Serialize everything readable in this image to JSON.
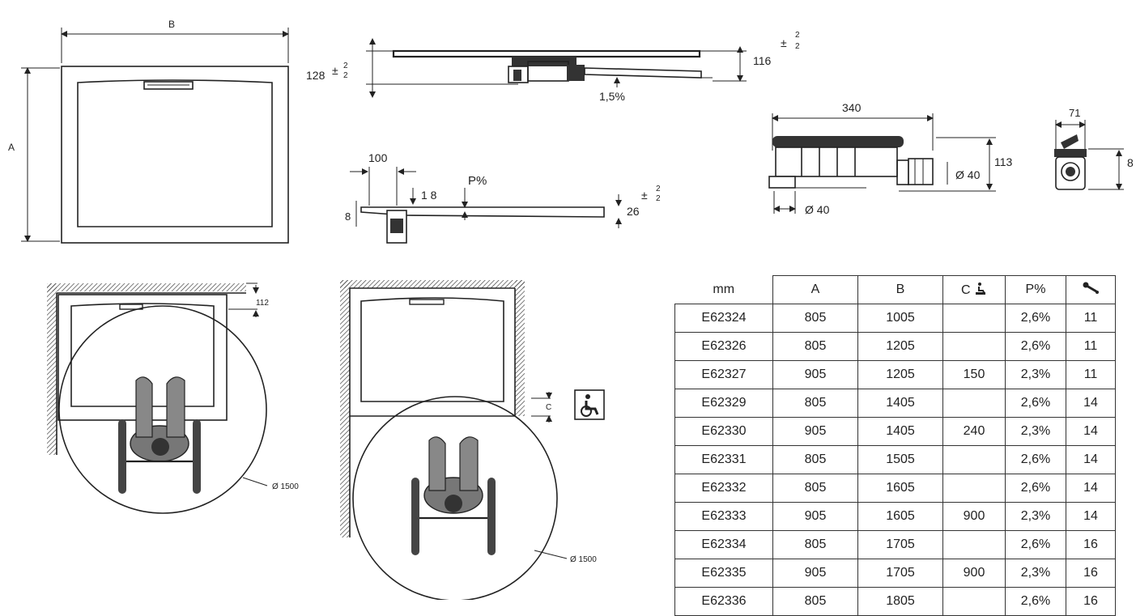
{
  "drawing_labels": {
    "top_view_b": "B",
    "top_view_a": "A",
    "side_height_left": "128",
    "side_height_right": "116",
    "tol_plus": "2",
    "tol_minus": "2",
    "pm": "±",
    "slope": "1,5%",
    "detail_100": "100",
    "detail_18": "1 8",
    "detail_p": "P%",
    "detail_8": "8",
    "detail_26": "26",
    "trap_340": "340",
    "trap_113": "113",
    "trap_d40_right": "Ø 40",
    "trap_d40_bottom": "Ø 40",
    "cap_71": "71",
    "cap_8": "8",
    "plan_112": "112",
    "plan_d1500_left": "Ø 1500",
    "plan_d1500_right": "Ø 1500",
    "plan_c": "C"
  },
  "table": {
    "headers": [
      "mm",
      "A",
      "B",
      "C",
      "P%",
      ""
    ],
    "rows": [
      [
        "E62324",
        "805",
        "1005",
        "",
        "2,6%",
        "11"
      ],
      [
        "E62326",
        "805",
        "1205",
        "",
        "2,6%",
        "11"
      ],
      [
        "E62327",
        "905",
        "1205",
        "150",
        "2,3%",
        "11"
      ],
      [
        "E62329",
        "805",
        "1405",
        "",
        "2,6%",
        "14"
      ],
      [
        "E62330",
        "905",
        "1405",
        "240",
        "2,3%",
        "14"
      ],
      [
        "E62331",
        "805",
        "1505",
        "",
        "2,6%",
        "14"
      ],
      [
        "E62332",
        "805",
        "1605",
        "",
        "2,6%",
        "14"
      ],
      [
        "E62333",
        "905",
        "1605",
        "900",
        "2,3%",
        "14"
      ],
      [
        "E62334",
        "805",
        "1705",
        "",
        "2,6%",
        "16"
      ],
      [
        "E62335",
        "905",
        "1705",
        "900",
        "2,3%",
        "16"
      ],
      [
        "E62336",
        "805",
        "1805",
        "",
        "2,6%",
        "16"
      ]
    ]
  },
  "icons": {
    "c_header": "wheelchair-icon",
    "last_header": "wrench-icon",
    "plan_badge": "wheelchair-icon"
  }
}
